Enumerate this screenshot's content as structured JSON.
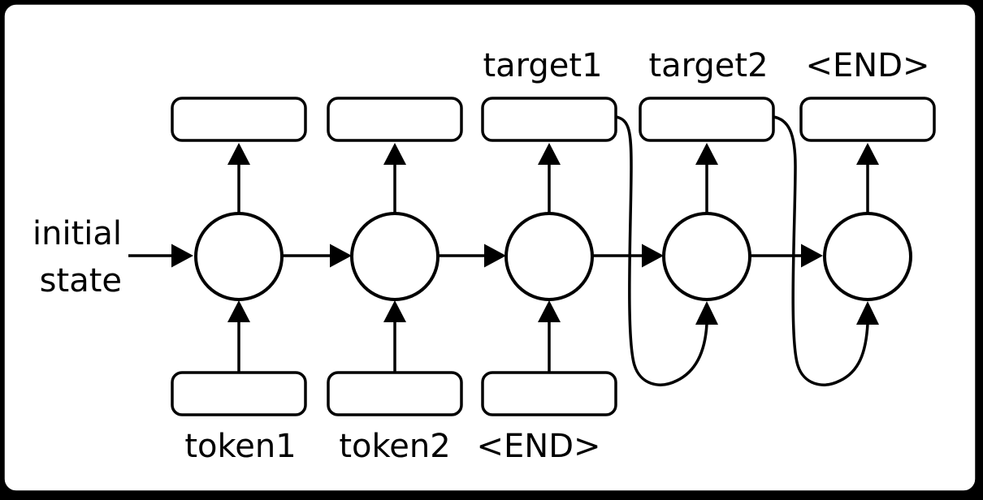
{
  "colors": {
    "background": "#000000",
    "canvas": "#ffffff",
    "ink": "#000000"
  },
  "labels": {
    "initial_state_line1": "initial",
    "initial_state_line2": "state",
    "encoder_inputs": [
      "token1",
      "token2",
      "<END>"
    ],
    "decoder_outputs": [
      "target1",
      "target2",
      "<END>"
    ]
  }
}
